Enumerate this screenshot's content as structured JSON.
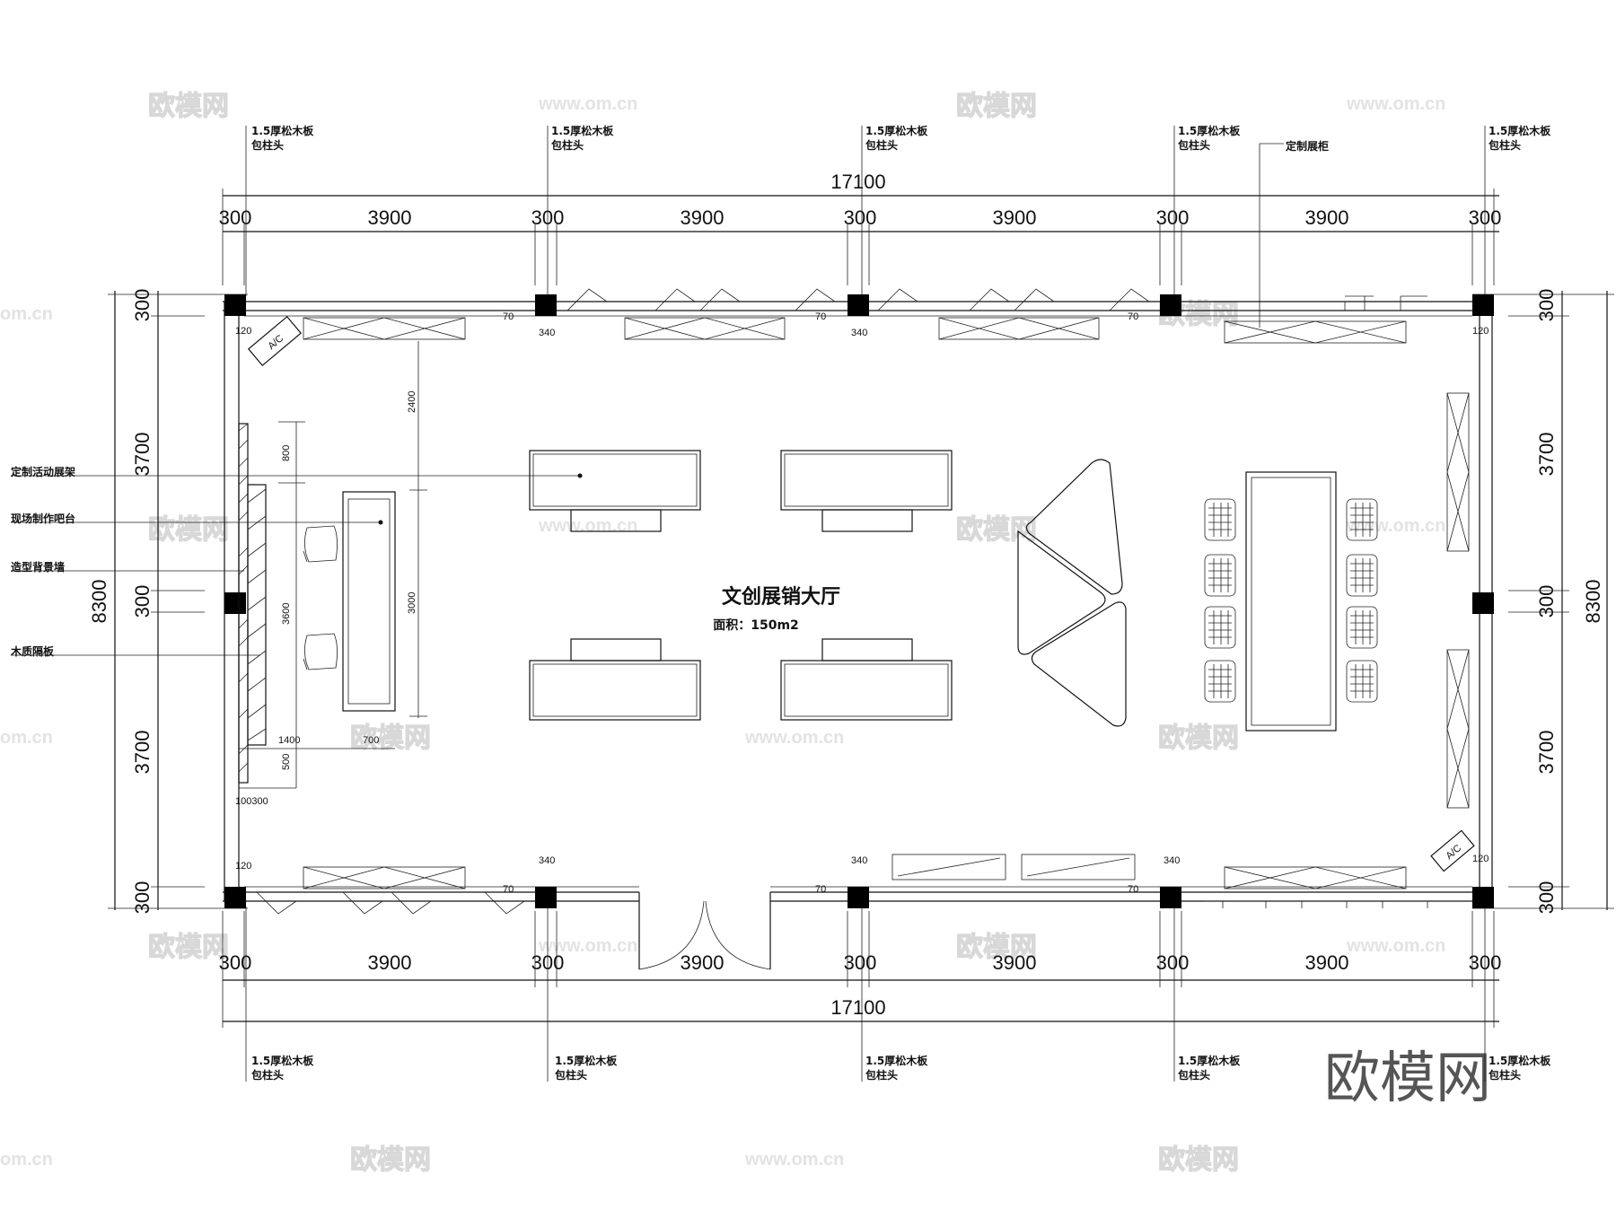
{
  "plan": {
    "title": "文创展销大厅",
    "area": "面积：150m2",
    "total_width": "17100",
    "total_height": "8300",
    "bay": "3900",
    "column": "300",
    "side_bay": "3700",
    "small_dims": {
      "d120": "120",
      "d340": "340",
      "d700": "700",
      "d1400": "1400",
      "d500": "500",
      "d100300": "100300",
      "d2400": "2400",
      "d800": "800",
      "d3600": "3600",
      "d3000": "3000",
      "d70": "70"
    },
    "ac_label": "A/C",
    "column_note_line1": "1.5厚松木板",
    "column_note_line2": "包柱头",
    "labels": {
      "custom_cabinet": "定制展柜",
      "mobile_rack": "定制活动展架",
      "bar": "现场制作吧台",
      "feature_wall": "造型背景墙",
      "wood_partition": "木质隔板"
    }
  },
  "watermark": {
    "brand": "欧模网",
    "url": "www.om.cn",
    "url_short": "om.cn"
  }
}
